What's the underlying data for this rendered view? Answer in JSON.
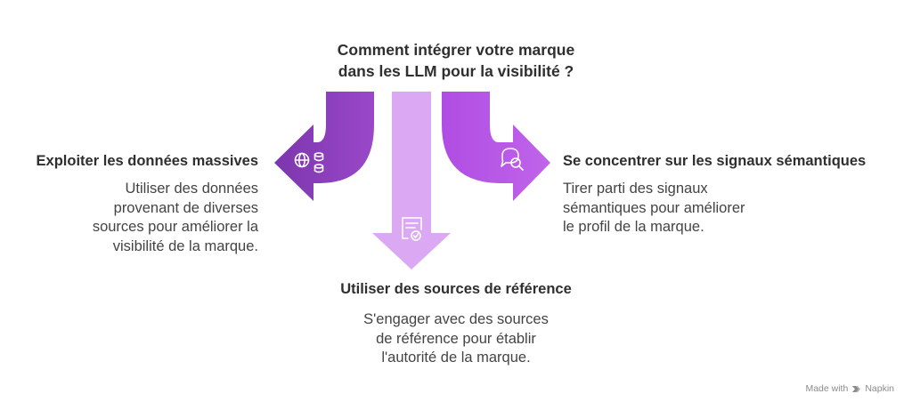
{
  "title": {
    "line1": "Comment intégrer votre marque",
    "line2": "dans les LLM pour la visibilité ?"
  },
  "branches": [
    {
      "id": "left",
      "icon": "globe-database-icon",
      "color": "#8a3fb8",
      "heading": "Exploiter les données massives",
      "body": [
        "Utiliser des données",
        "provenant de diverses",
        "sources pour améliorer la",
        "visibilité de la marque."
      ]
    },
    {
      "id": "bottom",
      "icon": "certificate-icon",
      "color": "#d9a4f2",
      "heading": "Utiliser des sources de référence",
      "body": [
        "S'engager avec des sources",
        "de référence pour établir",
        "l'autorité de la marque."
      ]
    },
    {
      "id": "right",
      "icon": "search-chat-icon",
      "color": "#b14ee3",
      "heading": "Se concentrer sur les signaux sémantiques",
      "body": [
        "Tirer parti des signaux",
        "sémantiques pour améliorer",
        "le profil de la marque."
      ]
    }
  ],
  "watermark": {
    "prefix": "Made with",
    "brand": "Napkin"
  }
}
